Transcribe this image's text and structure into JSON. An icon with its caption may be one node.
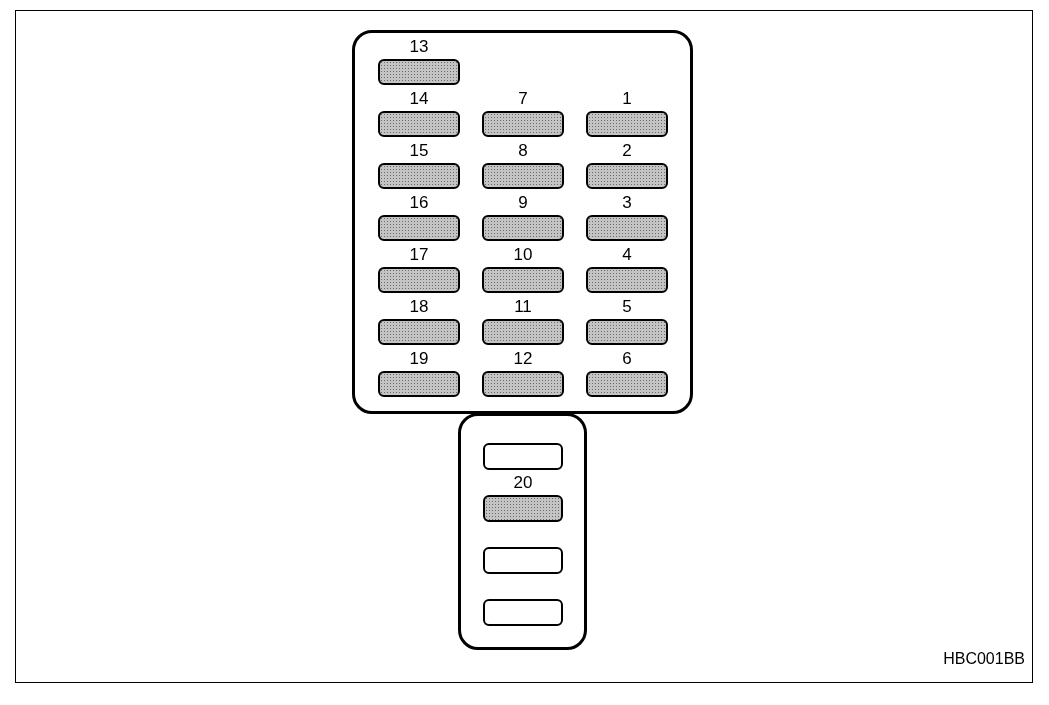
{
  "diagram": {
    "nodes": [
      {
        "text": [],
        "shape": "box"
      },
      {
        "text": [
          "13"
        ],
        "in": 0
      },
      {
        "text": [
          "14"
        ],
        "in": 0
      },
      {
        "text": [
          "7"
        ],
        "in": 0
      },
      {
        "text": [
          "1"
        ],
        "in": 0
      },
      {
        "text": [
          "15"
        ],
        "in": 0
      },
      {
        "text": [
          "8"
        ],
        "in": 0
      },
      {
        "text": [
          "2"
        ],
        "in": 0
      },
      {
        "text": [
          "16"
        ],
        "in": 0
      },
      {
        "text": [
          "9"
        ],
        "in": 0
      },
      {
        "text": [
          "3"
        ],
        "in": 0
      },
      {
        "text": [
          "17"
        ],
        "in": 0
      },
      {
        "text": [
          "10"
        ],
        "in": 0
      },
      {
        "text": [
          "4"
        ],
        "in": 0
      },
      {
        "text": [
          "18"
        ],
        "in": 0
      },
      {
        "text": [
          "11"
        ],
        "in": 0
      },
      {
        "text": [
          "5"
        ],
        "in": 0
      },
      {
        "text": [
          "19"
        ],
        "in": 0
      },
      {
        "text": [
          "12"
        ],
        "in": 0
      },
      {
        "text": [
          "6"
        ],
        "in": 0
      },
      {
        "text": [],
        "shape": "box"
      },
      {
        "text": [],
        "shape": "box",
        "in": 20
      },
      {
        "text": [
          "20"
        ],
        "in": 20
      },
      {
        "text": [],
        "shape": "box",
        "in": 20
      },
      {
        "text": [],
        "shape": "box",
        "in": 20
      }
    ],
    "edges": [],
    "labels": [
      "HBC001BB"
    ]
  }
}
